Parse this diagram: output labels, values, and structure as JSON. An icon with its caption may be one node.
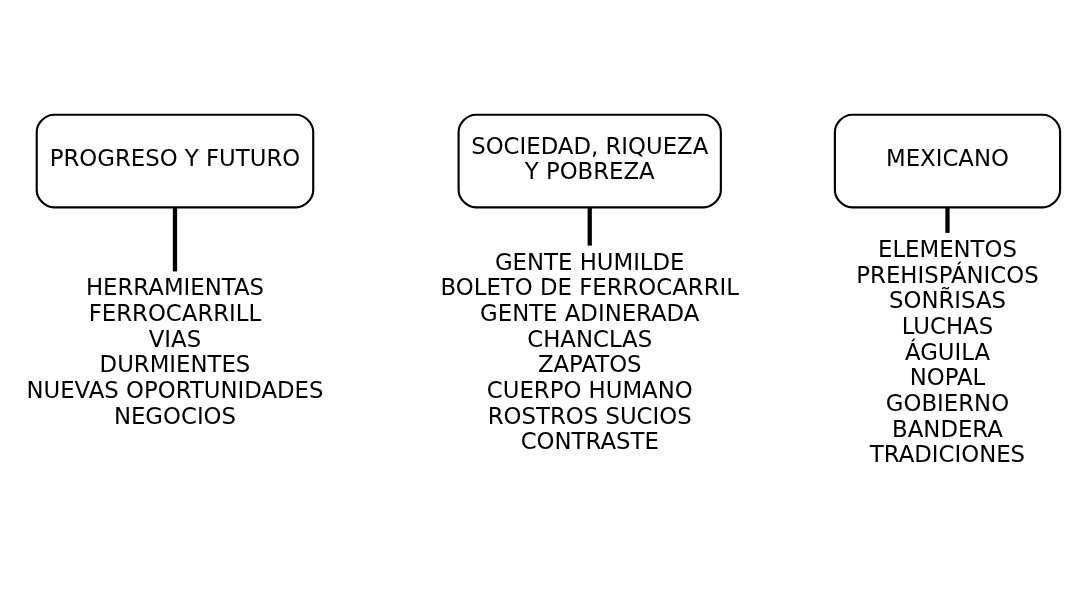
{
  "diagram": {
    "nodes": [
      {
        "text": [
          "PROGRESO Y FUTURO"
        ]
      },
      {
        "text": [
          "HERRAMIENTAS",
          "FERROCARRILL",
          "VIAS",
          "DURMIENTES",
          "NUEVAS OPORTUNIDADES",
          "NEGOCIOS"
        ]
      },
      {
        "text": [
          "SOCIEDAD, RIQUEZA Y POBREZA"
        ]
      },
      {
        "text": [
          "GENTE HUMILDE",
          "BOLETO DE FERROCARRIL",
          "GENTE ADINERADA",
          "CHANCLAS",
          "ZAPATOS",
          "CUERPO HUMANO",
          "ROSTROS SUCIOS",
          "CONTRASTE"
        ]
      },
      {
        "text": [
          "MEXICANO"
        ]
      },
      {
        "text": [
          "ELEMENTOS PREHISPÁNICOS",
          "SONR̃ISAS",
          "LUCHAS",
          "ÁGUILA",
          "NOPAL",
          "GOBIERNO",
          "BANDERA",
          "TRADICIONES"
        ]
      }
    ],
    "edges": [
      {
        "from": 0,
        "to": 1,
        "arrow": "none"
      },
      {
        "from": 2,
        "to": 3,
        "arrow": "none"
      },
      {
        "from": 4,
        "to": 5,
        "arrow": "none"
      }
    ]
  }
}
